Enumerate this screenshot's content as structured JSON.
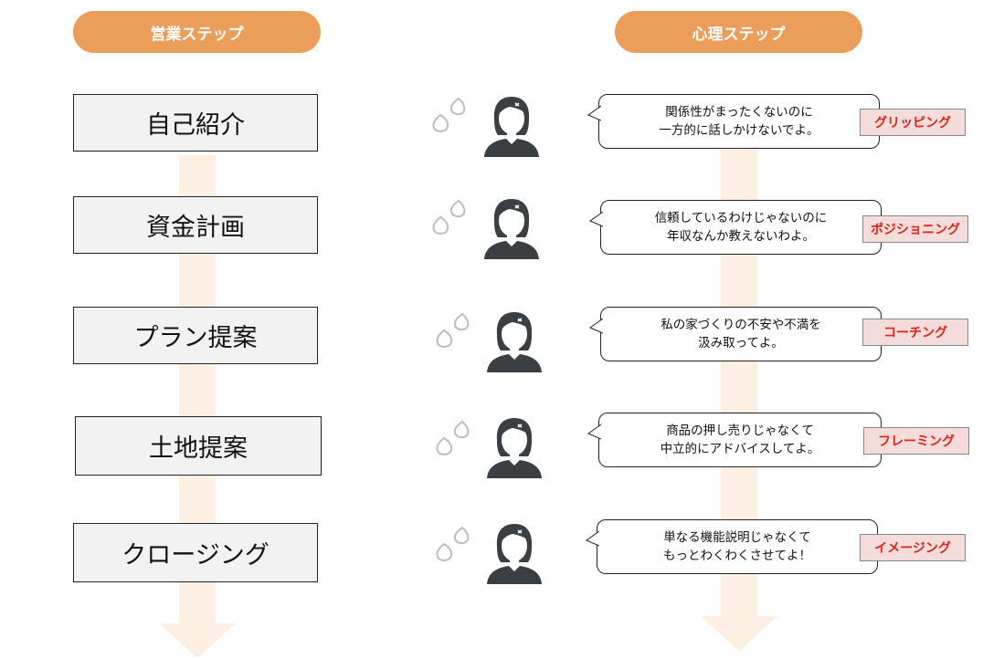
{
  "headers": {
    "sales": "営業ステップ",
    "psych": "心理ステップ"
  },
  "colors": {
    "accent": "#eb9d5a",
    "arrow": "#fdefe1",
    "tag_bg": "#f3dcd9",
    "tag_text": "#e2231a"
  },
  "icons": {
    "person": "person-silhouette-icon",
    "sweat": "sweat-drops-icon"
  },
  "steps": [
    {
      "sales": "自己紹介",
      "line1": "関係性がまったくないのに",
      "line2": "一方的に話しかけないでよ。",
      "tag": "グリッピング"
    },
    {
      "sales": "資金計画",
      "line1": "信頼しているわけじゃないのに",
      "line2": "年収なんか教えないわよ。",
      "tag": "ポジショニング"
    },
    {
      "sales": "プラン提案",
      "line1": "私の家づくりの不安や不満を",
      "line2": "汲み取ってよ。",
      "tag": "コーチング"
    },
    {
      "sales": "土地提案",
      "line1": "商品の押し売りじゃなくて",
      "line2": "中立的にアドバイスしてよ。",
      "tag": "フレーミング"
    },
    {
      "sales": "クロージング",
      "line1": "単なる機能説明じゃなくて",
      "line2": "もっとわくわくさせてよ！",
      "tag": "イメージング"
    }
  ]
}
